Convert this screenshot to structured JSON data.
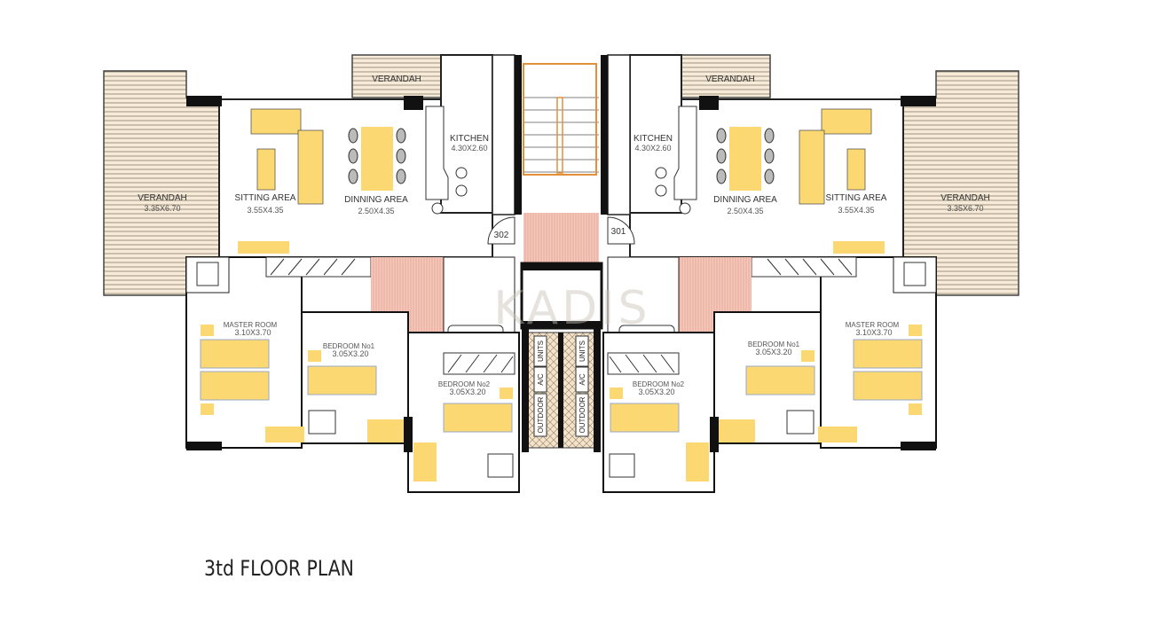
{
  "title": "3td FLOOR PLAN",
  "watermark": "KADIS",
  "colors": {
    "furniture": "#fbd872",
    "verandah": "#f3e5d2",
    "lobby": "#f4c4b6",
    "stair": "#e3903a",
    "wall": "#111111"
  },
  "left_unit": {
    "number": "302",
    "verandah_big": {
      "name": "VERANDAH",
      "size": "3.35X6.70"
    },
    "verandah_small": {
      "name": "VERANDAH"
    },
    "sitting": {
      "name": "SITTING AREA",
      "size": "3.55X4.35"
    },
    "dining": {
      "name": "DINNING AREA",
      "size": "2.50X4.35"
    },
    "kitchen": {
      "name": "KITCHEN",
      "size": "4.30X2.60"
    },
    "master": {
      "name": "MASTER ROOM",
      "size": "3.10X3.70"
    },
    "bed1": {
      "name": "BEDROOM No1",
      "size": "3.05X3.20"
    },
    "bed2": {
      "name": "BEDROOM No2",
      "size": "3.05X3.20"
    }
  },
  "right_unit": {
    "number": "301",
    "verandah_big": {
      "name": "VERANDAH",
      "size": "3.35X6.70"
    },
    "verandah_small": {
      "name": "VERANDAH"
    },
    "sitting": {
      "name": "SITTING AREA",
      "size": "3.55X4.35"
    },
    "dining": {
      "name": "DINNING AREA",
      "size": "2.50X4.35"
    },
    "kitchen": {
      "name": "KITCHEN",
      "size": "4.30X2.60"
    },
    "master": {
      "name": "MASTER ROOM",
      "size": "3.10X3.70"
    },
    "bed1": {
      "name": "BEDROOM No1",
      "size": "3.05X3.20"
    },
    "bed2": {
      "name": "BEDROOM No2",
      "size": "3.05X3.20"
    }
  },
  "shaft_labels": [
    "UNITS",
    "A/C",
    "OUTDOOR"
  ]
}
